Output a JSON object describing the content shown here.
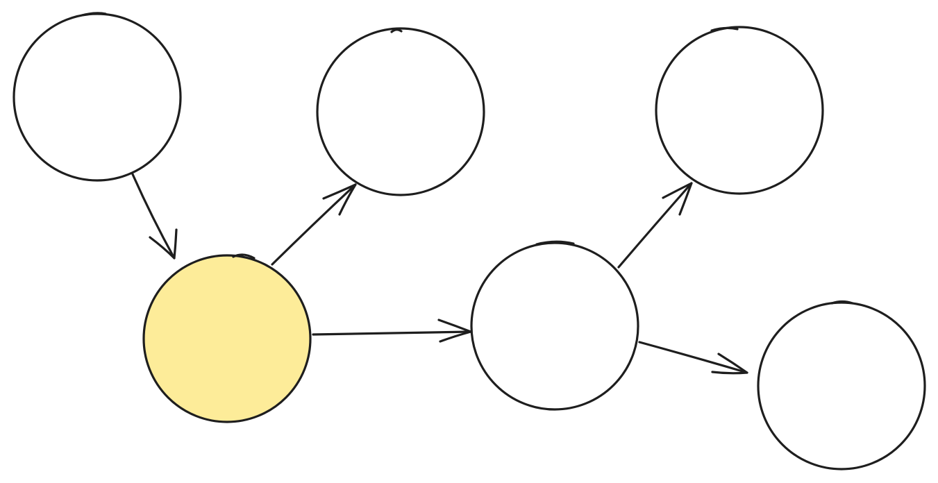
{
  "diagram": {
    "type": "directed-graph",
    "colors": {
      "stroke": "#1e1e1e",
      "node_fill": "#ffffff",
      "highlight_fill": "#fdec99",
      "background": "#ffffff"
    },
    "nodes": [
      {
        "id": "node-a",
        "label": "",
        "highlighted": false
      },
      {
        "id": "node-b",
        "label": "",
        "highlighted": false
      },
      {
        "id": "node-c",
        "label": "",
        "highlighted": true
      },
      {
        "id": "node-d",
        "label": "",
        "highlighted": false
      },
      {
        "id": "node-e",
        "label": "",
        "highlighted": false
      },
      {
        "id": "node-f",
        "label": "",
        "highlighted": false
      }
    ],
    "edges": [
      {
        "from": "node-a",
        "to": "node-c"
      },
      {
        "from": "node-c",
        "to": "node-b"
      },
      {
        "from": "node-c",
        "to": "node-d"
      },
      {
        "from": "node-d",
        "to": "node-e"
      },
      {
        "from": "node-d",
        "to": "node-f"
      }
    ]
  }
}
